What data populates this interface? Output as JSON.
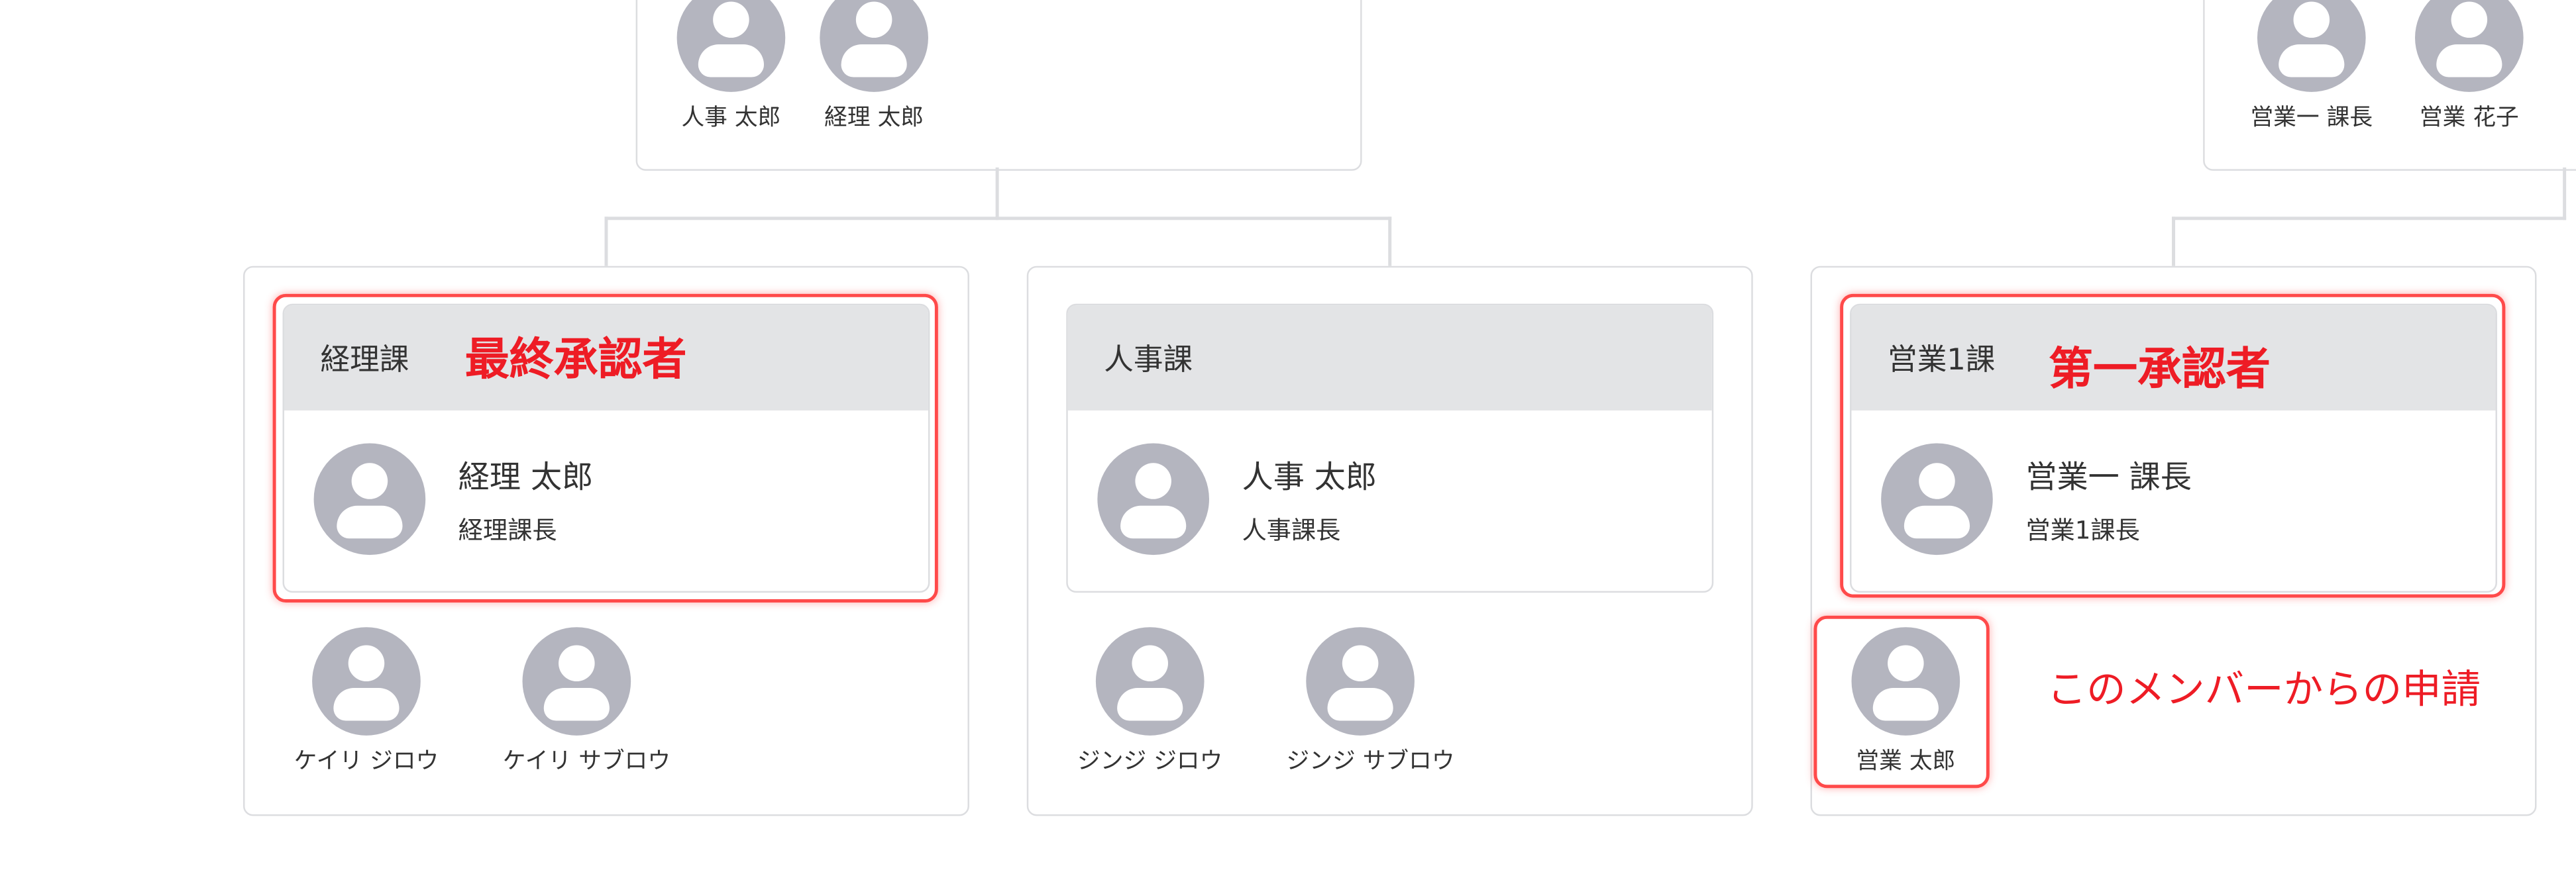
{
  "top_left_group": {
    "members": [
      "人事 太郎",
      "経理 太郎"
    ]
  },
  "top_right_group": {
    "members": [
      "営業一 課長",
      "営業 花子"
    ]
  },
  "departments": [
    {
      "name": "経理課",
      "manager_name": "経理 太郎",
      "manager_title": "経理課長",
      "annotation": "最終承認者",
      "members": [
        "ケイリ ジロウ",
        "ケイリ サブロウ"
      ]
    },
    {
      "name": "人事課",
      "manager_name": "人事 太郎",
      "manager_title": "人事課長",
      "members": [
        "ジンジ ジロウ",
        "ジンジ サブロウ"
      ]
    },
    {
      "name": "営業1課",
      "manager_name": "営業一 課長",
      "manager_title": "営業1課長",
      "annotation": "第一承認者",
      "members": [
        "営業 太郎"
      ],
      "member_annotation": "このメンバーからの申請"
    }
  ],
  "colors": {
    "annotation_red": "#ee1c25",
    "avatar_gray": "#b4b5bf",
    "header_gray": "#e3e4e6",
    "border": "#dcdde0"
  }
}
